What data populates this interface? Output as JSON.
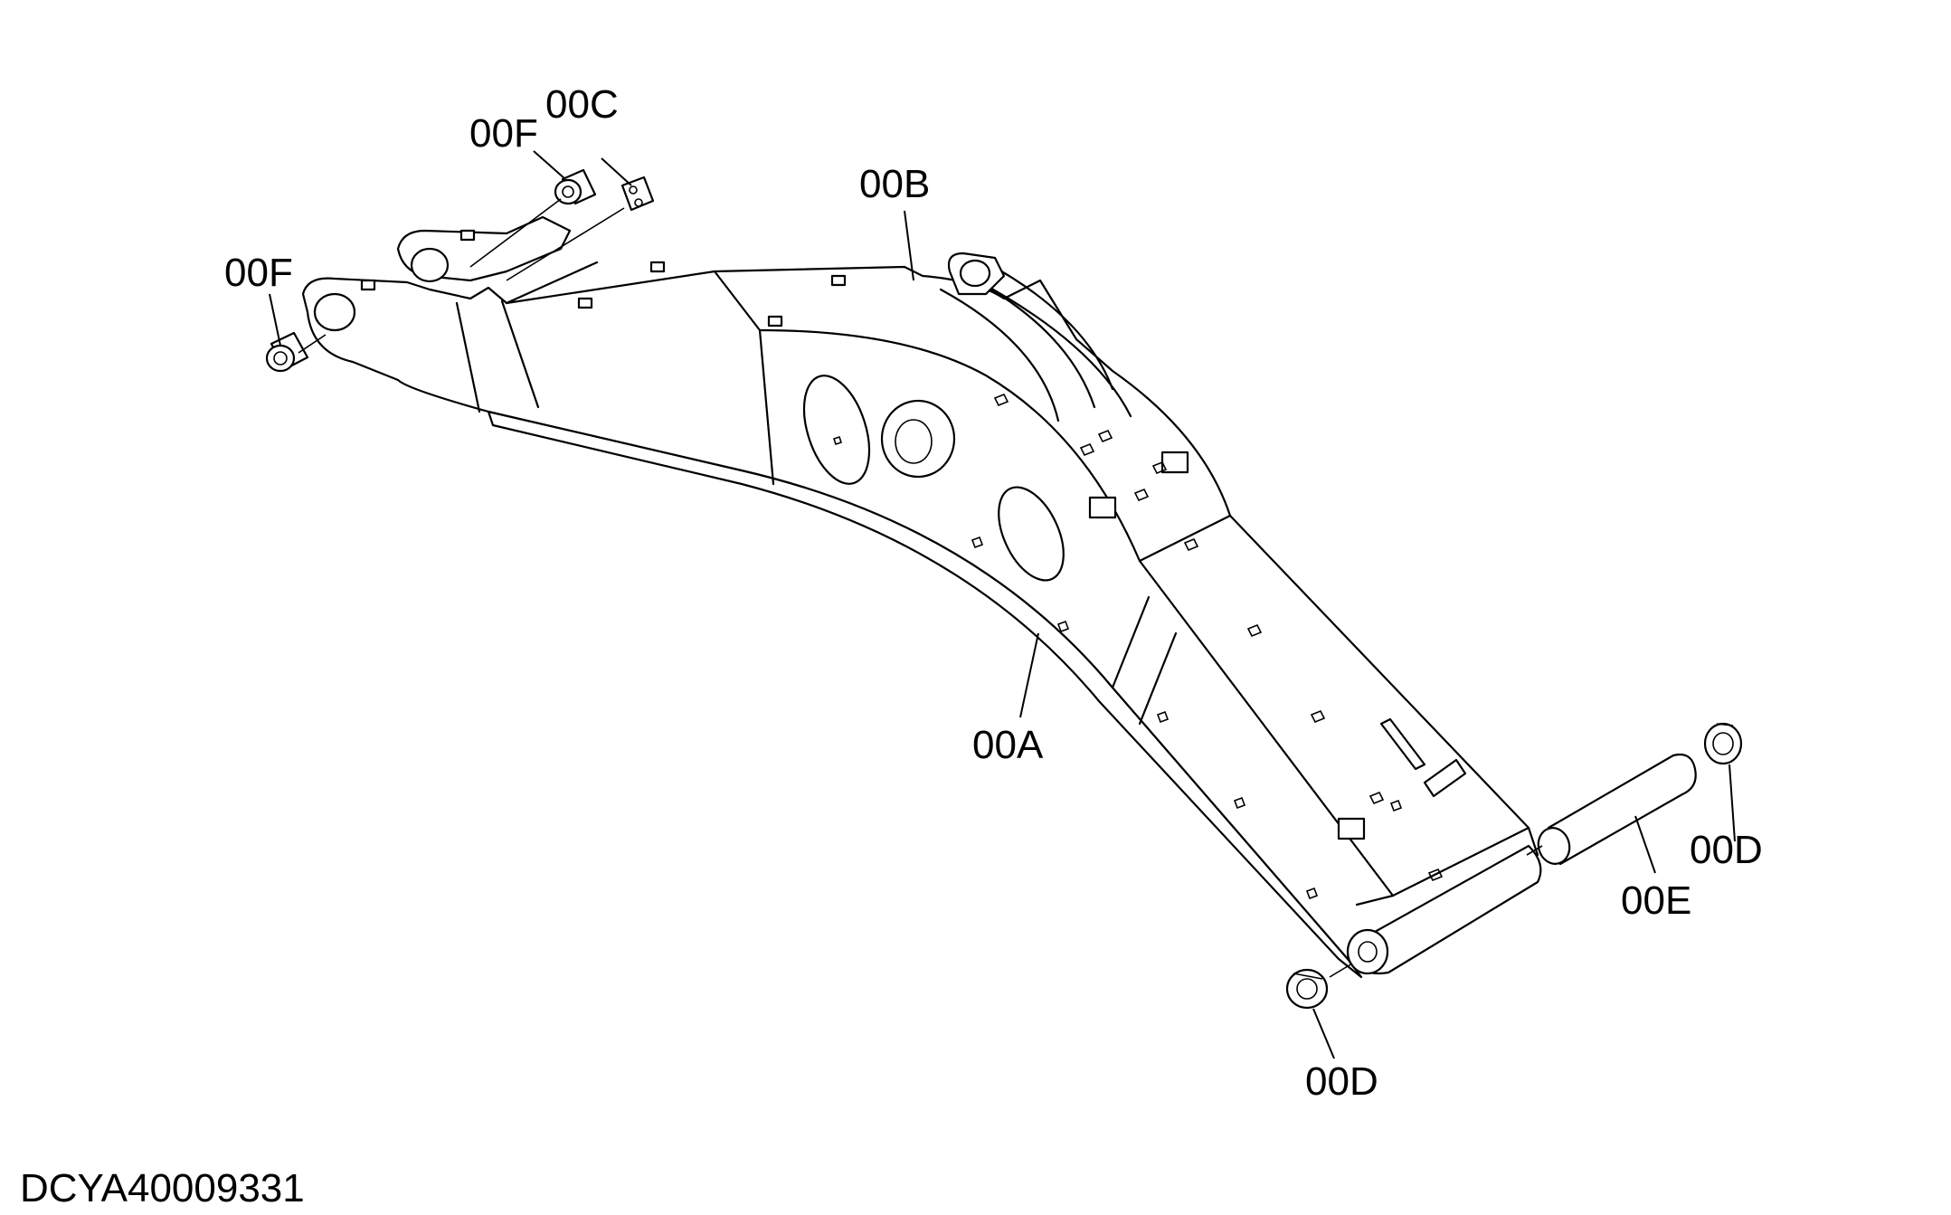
{
  "diagram": {
    "drawing_id": "DCYA40009331",
    "labels": {
      "boom": "00A",
      "pin_top": "00B",
      "plate": "00C",
      "bushing_left": "00F",
      "bushing_upper": "00F",
      "seal_right": "00D",
      "seal_bottom": "00D",
      "pin_end": "00E"
    },
    "line_color": "#000000",
    "background_color": "#ffffff"
  }
}
